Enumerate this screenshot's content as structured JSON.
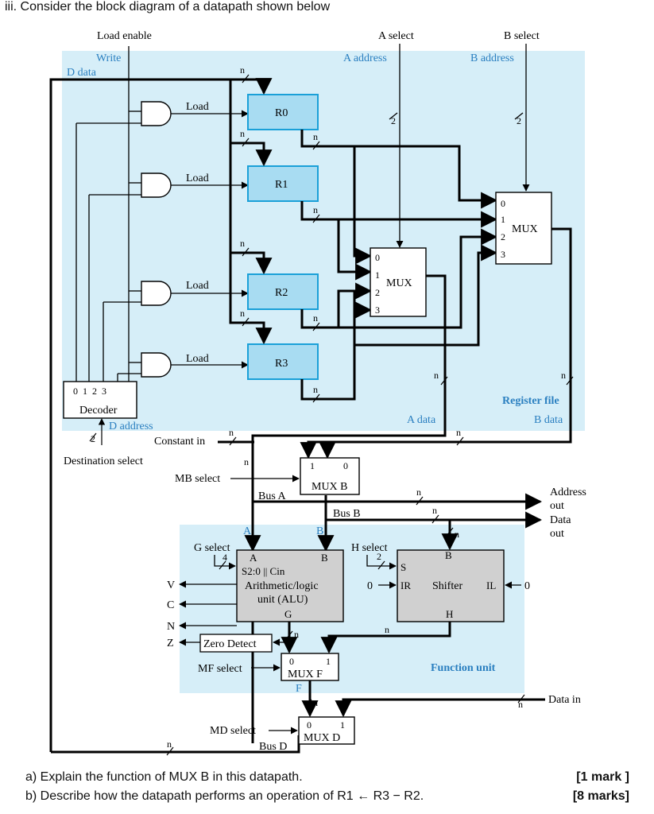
{
  "header": {
    "title": "iii.  Consider the block diagram of a datapath shown below"
  },
  "top_labels": {
    "load_enable": "Load enable",
    "write": "Write",
    "d_data": "D data",
    "a_select": "A select",
    "a_address": "A address",
    "b_select": "B select",
    "b_address": "B address"
  },
  "registers": [
    "R0",
    "R1",
    "R2",
    "R3"
  ],
  "load_label": "Load",
  "bus_width": "n",
  "sel_width_2": "2",
  "sel_width_4": "4",
  "decoder": {
    "outputs": "0  1  2  3",
    "label": "Decoder",
    "d_address": "D address",
    "destination_select": "Destination select"
  },
  "mux_a": {
    "label": "MUX",
    "inputs": [
      "0",
      "1",
      "2",
      "3"
    ]
  },
  "mux_b_reg": {
    "label": "MUX",
    "inputs": [
      "0",
      "1",
      "2",
      "3"
    ]
  },
  "register_file": {
    "label": "Register file",
    "a_data": "A data",
    "b_data": "B data"
  },
  "constant_in": "Constant in",
  "mb_select": "MB select",
  "mux_b": {
    "label": "MUX B",
    "in1": "1",
    "in0": "0"
  },
  "bus_a": "Bus A",
  "bus_b": "Bus B",
  "outputs": {
    "address_out": "Address",
    "address_out2": "out",
    "data_out": "Data",
    "data_out2": "out"
  },
  "bus_a_letter": "A",
  "bus_b_letter": "B",
  "alu": {
    "g_select": "G select",
    "in_a": "A",
    "in_b": "B",
    "func": "S2:0 || Cin",
    "line1": "Arithmetic/logic",
    "line2": "unit (ALU)",
    "out_g": "G"
  },
  "flags": [
    "V",
    "C",
    "N",
    "Z"
  ],
  "zero_detect": "Zero Detect",
  "shifter": {
    "h_select": "H select",
    "in_b": "B",
    "s": "S",
    "ir": "IR",
    "label": "Shifter",
    "il": "IL",
    "out_h": "H",
    "zero_r": "0",
    "zero_l": "0"
  },
  "mux_f": {
    "label": "MUX F",
    "in0": "0",
    "in1": "1",
    "select": "MF select",
    "out": "F"
  },
  "function_unit": "Function unit",
  "data_in": "Data in",
  "mux_d": {
    "label": "MUX D",
    "in0": "0",
    "in1": "1",
    "select": "MD select",
    "bus_d": "Bus D"
  },
  "questions": [
    {
      "text": "a)  Explain the function of MUX B in this datapath.",
      "marks": "[1 mark  ]"
    },
    {
      "text": "b)  Describe how the datapath performs an operation of R1 ← R3 − R2.",
      "marks": "[8 marks]"
    }
  ],
  "colors": {
    "regfile_bg": "#d6eef8",
    "register_fill": "#a8dcf2",
    "register_stroke": "#1aa0d8",
    "unit_fill": "#d0d0d0",
    "blue_text": "#2a7fc0"
  }
}
